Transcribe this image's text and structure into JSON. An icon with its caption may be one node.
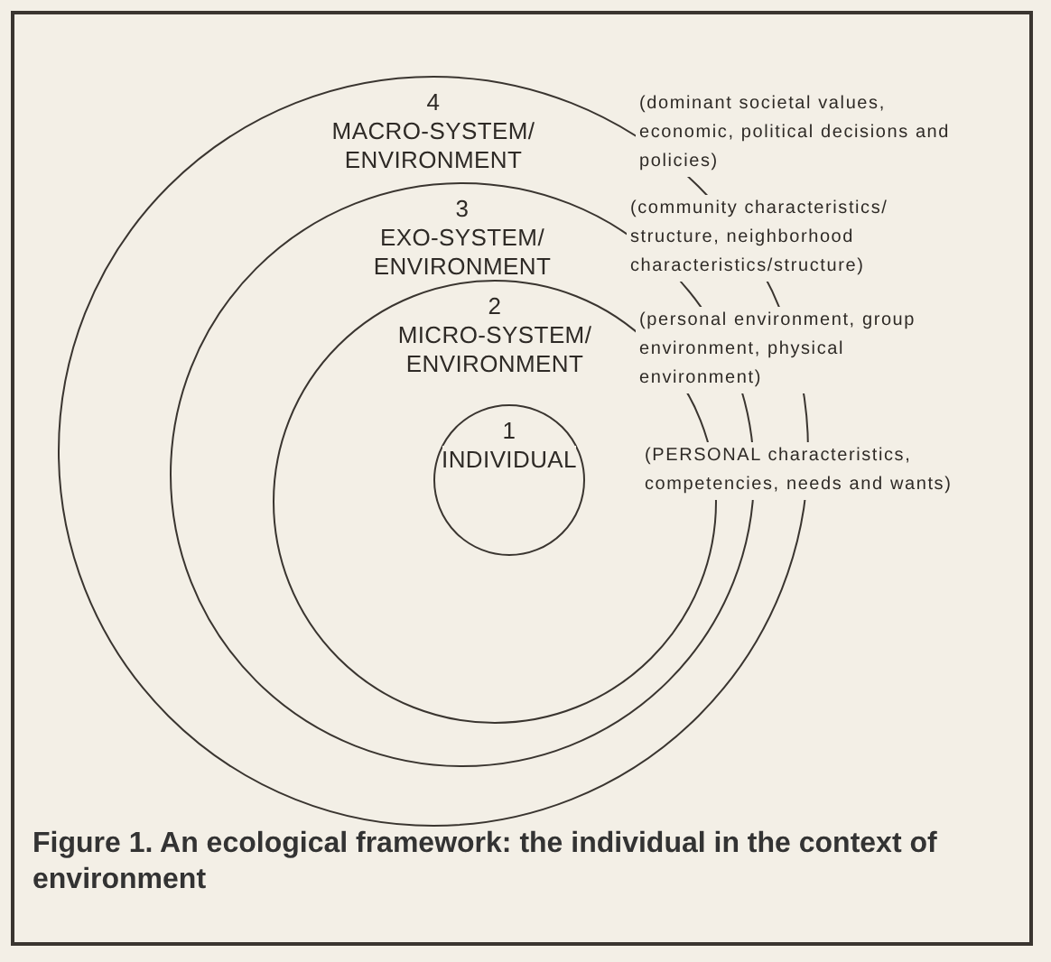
{
  "diagram": {
    "nodes": [
      {
        "text": [
          "4",
          "MACRO-SYSTEM/ ENVIRONMENT"
        ],
        "beside": [
          "(dominant societal values, economic, political decisions and policies)"
        ]
      },
      {
        "text": [
          "3",
          "EXO-SYSTEM/ ENVIRONMENT"
        ],
        "in": 0,
        "beside": [
          "(community characteristics/ structure, neighborhood characteristics/structure)"
        ]
      },
      {
        "text": [
          "2",
          "MICRO-SYSTEM/ ENVIRONMENT"
        ],
        "in": 1,
        "beside": [
          "(personal environment, group environment, physical environment)"
        ]
      },
      {
        "text": [
          "1",
          "INDIVIDUAL"
        ],
        "in": 2,
        "beside": [
          "(PERSONAL characteristics, competencies, needs and wants)"
        ]
      }
    ],
    "edges": [],
    "caption": "Figure 1. An ecological framework: the individual in the context of environment"
  }
}
